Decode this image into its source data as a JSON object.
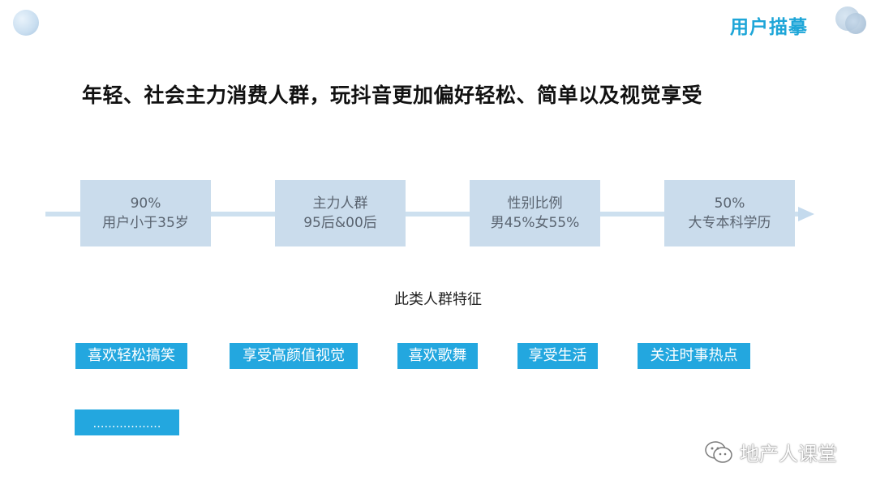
{
  "header": {
    "section_title": "用户描摹"
  },
  "headline": "年轻、社会主力消费人群，玩抖音更加偏好轻松、简单以及视觉享受",
  "timeline": [
    {
      "line1": "90%",
      "line2": "用户小于35岁"
    },
    {
      "line1": "主力人群",
      "line2": "95后&00后"
    },
    {
      "line1": "性别比例",
      "line2": "男45%女55%"
    },
    {
      "line1": "50%",
      "line2": "大专本科学历"
    }
  ],
  "traits": {
    "title": "此类人群特征",
    "tags": [
      "喜欢轻松搞笑",
      "享受高颜值视觉",
      "喜欢歌舞",
      "享受生活",
      "关注时事热点"
    ],
    "more": "………………"
  },
  "watermark": {
    "text": "地产人课堂",
    "icon": "wechat-icon"
  },
  "colors": {
    "accent": "#23a7df",
    "title": "#1ea6d8",
    "box": "#cadcec",
    "line": "#cde0ef"
  }
}
